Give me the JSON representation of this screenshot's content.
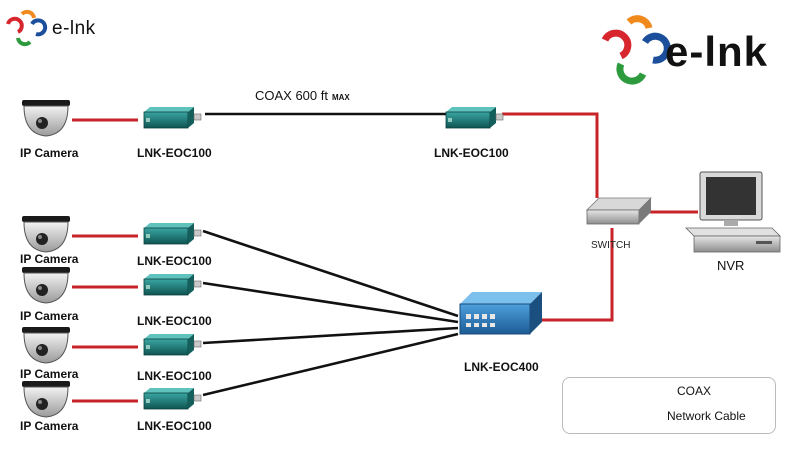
{
  "logos": {
    "small_text": "e-lnk",
    "large_text": "e-lnk"
  },
  "coax_span": {
    "label": "COAX  600 ft",
    "max_label": "MAX"
  },
  "devices": {
    "camera_label": "IP Camera",
    "converter_label": "LNK-EOC100",
    "remote_converter_label": "LNK-EOC100",
    "hub_label": "LNK-EOC400",
    "switch_label": "SWITCH",
    "nvr_label": "NVR"
  },
  "legend": {
    "coax_label": "COAX",
    "network_label": "Network Cable"
  },
  "colors": {
    "network_cable": "#c8232a",
    "coax_cable": "#111111",
    "converter": "#1f7a78",
    "hub": "#2a78b8",
    "logo_red": "#d7262d",
    "logo_orange": "#f08a1d",
    "logo_blue": "#1b4f9c",
    "logo_green": "#2d9a3e"
  }
}
